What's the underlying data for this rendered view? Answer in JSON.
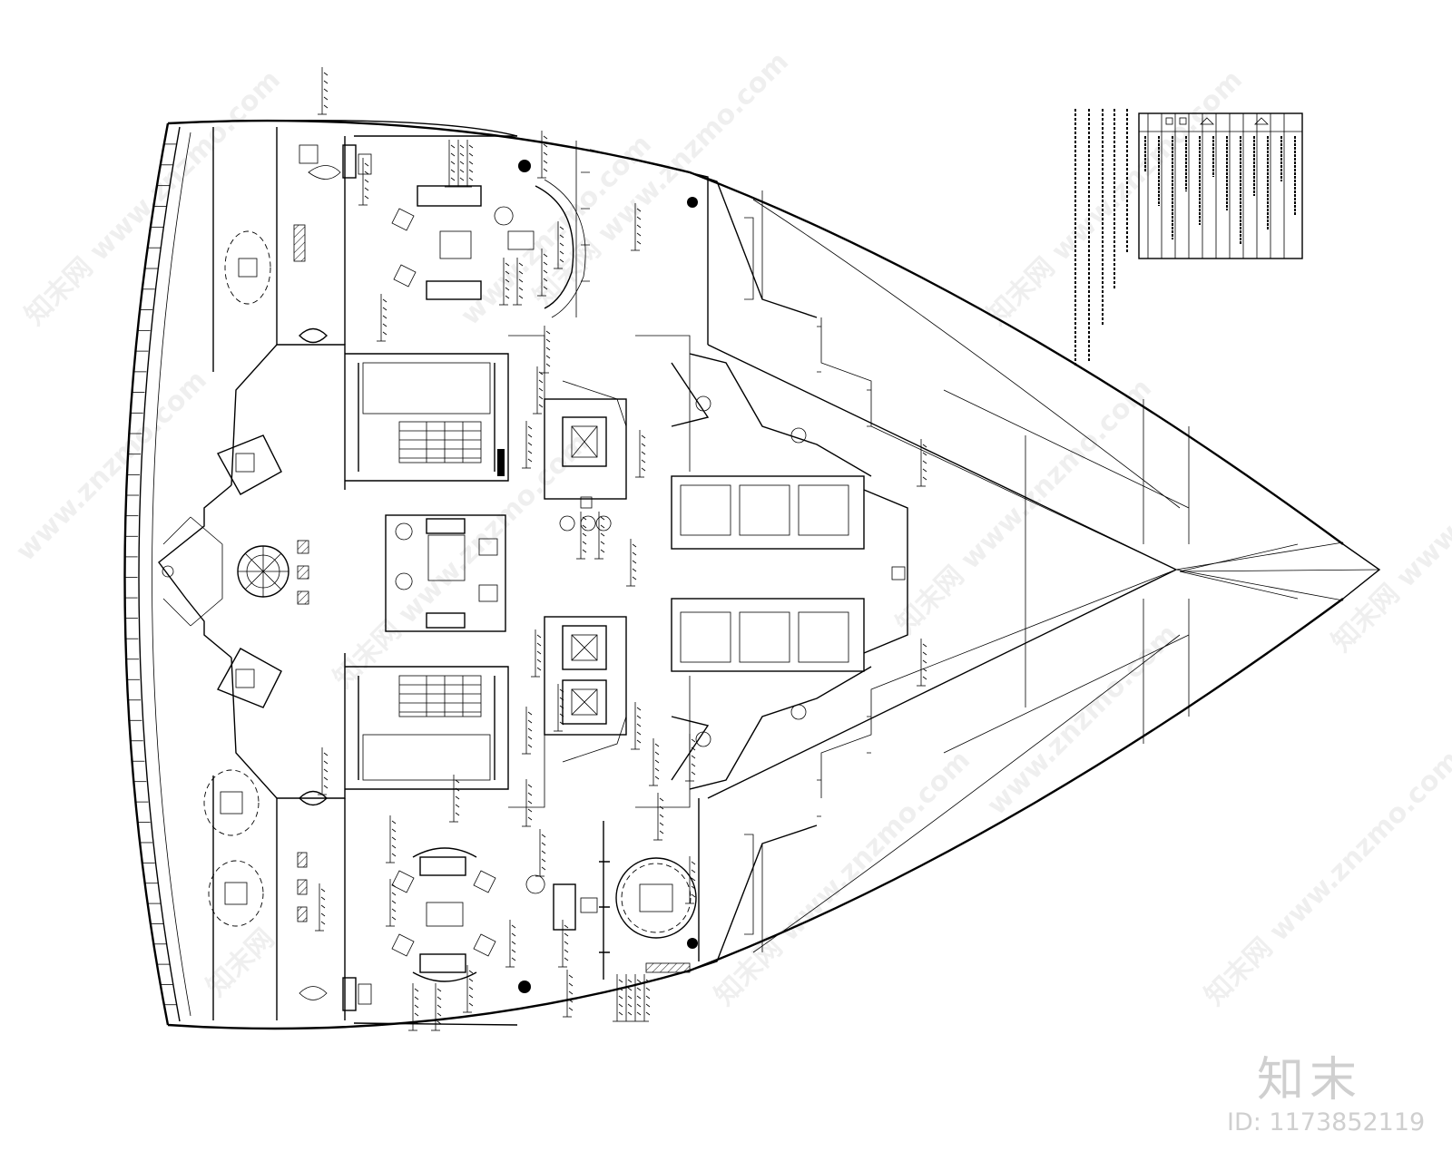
{
  "plan": {
    "watermark_domain": "www.znzmo.com",
    "watermark_logo": "知末网",
    "brand": "知末",
    "id_label": "ID: 1173852119"
  },
  "colors": {
    "line": "#000000",
    "background": "#ffffff",
    "brand_gray": "#cfcfcf"
  }
}
